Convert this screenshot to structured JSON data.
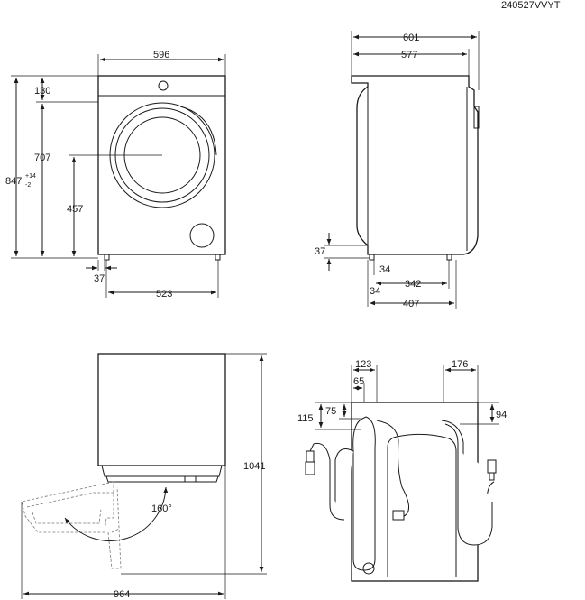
{
  "drawing_code": "240527VVYT",
  "front_view": {
    "width": "596",
    "top_panel": "130",
    "door_center_height": "707",
    "door_bottom_height": "457",
    "total_height": "847",
    "total_height_tol_plus": "+14",
    "total_height_tol_minus": "-2",
    "foot_offset": "37",
    "foot_spacing": "523"
  },
  "side_view": {
    "total_depth": "601",
    "body_depth": "577",
    "foot_height": "37",
    "foot_inset_a": "34",
    "foot_inset_b": "34",
    "foot_spacing": "342",
    "foot_depth": "407"
  },
  "top_view": {
    "depth_with_door_open": "1041",
    "width_with_door_open": "964",
    "door_angle": "160°"
  },
  "rear_view": {
    "inlet_offset": "123",
    "cable_offset": "65",
    "drain_offset": "176",
    "inlet_height": "115",
    "cable_height": "75",
    "drain_height": "94"
  }
}
